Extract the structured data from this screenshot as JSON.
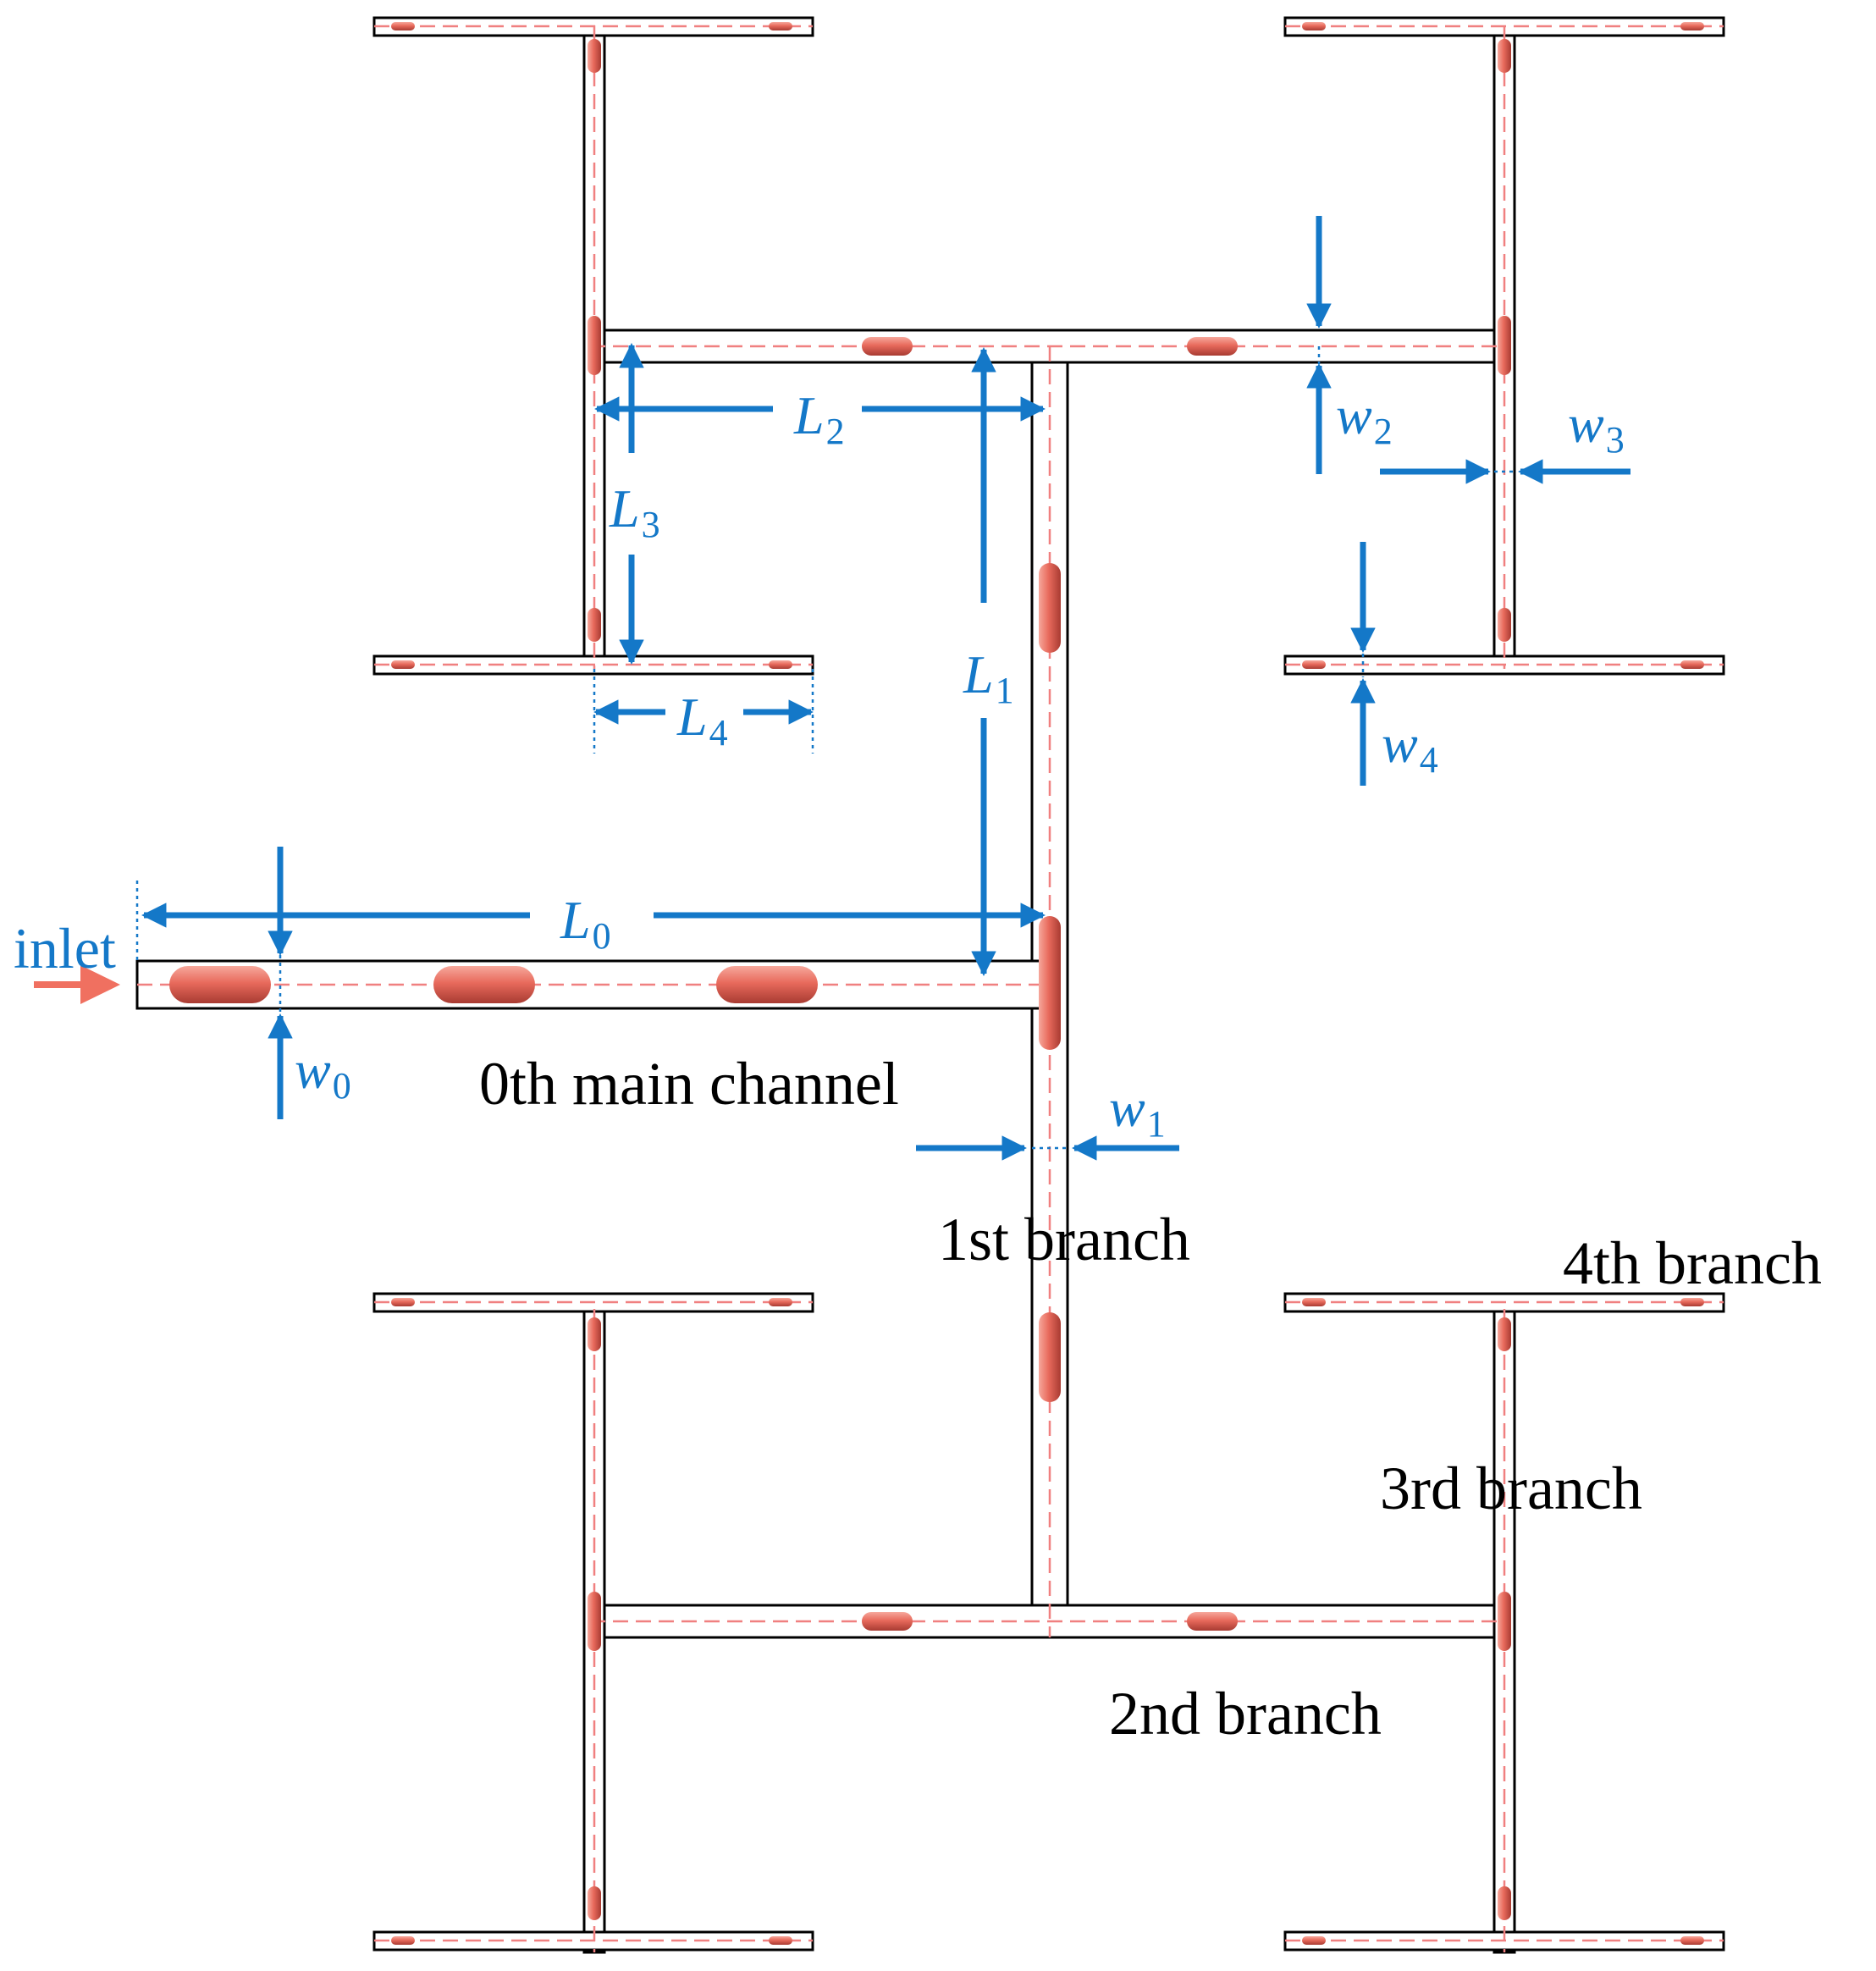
{
  "labels": {
    "inlet": "inlet",
    "main_channel": "0th main channel",
    "branch1": "1st branch",
    "branch2": "2nd branch",
    "branch3": "3rd branch",
    "branch4": "4th branch"
  },
  "dimensions": {
    "L0": {
      "sym": "L",
      "sub": "0"
    },
    "L1": {
      "sym": "L",
      "sub": "1"
    },
    "L2": {
      "sym": "L",
      "sub": "2"
    },
    "L3": {
      "sym": "L",
      "sub": "3"
    },
    "L4": {
      "sym": "L",
      "sub": "4"
    },
    "w0": {
      "sym": "w",
      "sub": "0"
    },
    "w1": {
      "sym": "w",
      "sub": "1"
    },
    "w2": {
      "sym": "w",
      "sub": "2"
    },
    "w3": {
      "sym": "w",
      "sub": "3"
    },
    "w4": {
      "sym": "w",
      "sub": "4"
    }
  },
  "colors": {
    "dimension": "#1478c8",
    "droplet": "#e8665a",
    "centerline": "#f08080",
    "wall": "#000000"
  }
}
